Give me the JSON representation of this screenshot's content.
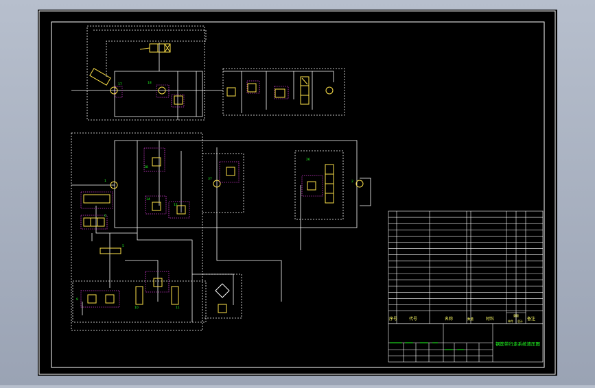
{
  "colors": {
    "background": "#000000",
    "frame": "#ffffff",
    "line": "#ffffff",
    "component": "#ffe34a",
    "label": "#22ff22",
    "magenta": "#d43cd4",
    "titleText": "#22ff22",
    "tableText": "#ffff66"
  },
  "title_block": {
    "drawing_title": "钢筋带行走系统液压图",
    "headers": {
      "seq": "序号",
      "code": "代号",
      "name": "名称",
      "qty": "数量",
      "material": "材料",
      "weight_single": "单件",
      "weight_total": "总计",
      "weight_label": "重量",
      "remark": "备注"
    }
  },
  "component_labels": [
    "17",
    "18",
    "38",
    "37",
    "26",
    "34",
    "2",
    "1",
    "5",
    "6",
    "9",
    "10",
    "11",
    "12"
  ]
}
